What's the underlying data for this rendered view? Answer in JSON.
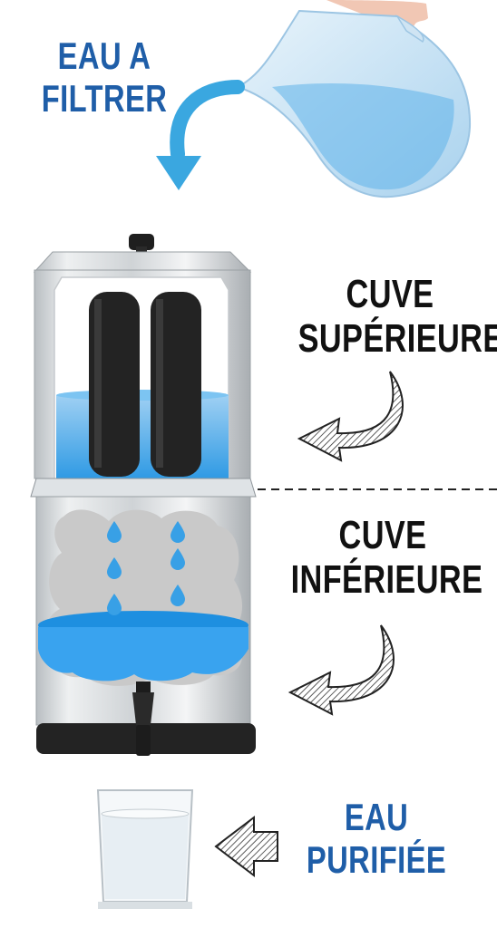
{
  "labels": {
    "input": {
      "line1": "EAU A",
      "line2": "FILTRER"
    },
    "upper": {
      "line1": "CUVE",
      "line2": "SUPÉRIEURE"
    },
    "lower": {
      "line1": "CUVE",
      "line2": "INFÉRIEURE"
    },
    "output": {
      "line1": "EAU",
      "line2": "PURIFIÉE"
    }
  },
  "colors": {
    "label_blue": "#1f5ea8",
    "label_dark": "#111111",
    "water_blue": "#1e8fe0",
    "arrow_blue": "#3aa7e0",
    "steel": "#d7dbde",
    "filter_black": "#222222",
    "background": "#ffffff"
  },
  "icons": [
    "pitcher-icon",
    "curved-arrow-icon",
    "sketch-arrow-icon",
    "drop-icon",
    "tap-icon",
    "glass-icon"
  ]
}
